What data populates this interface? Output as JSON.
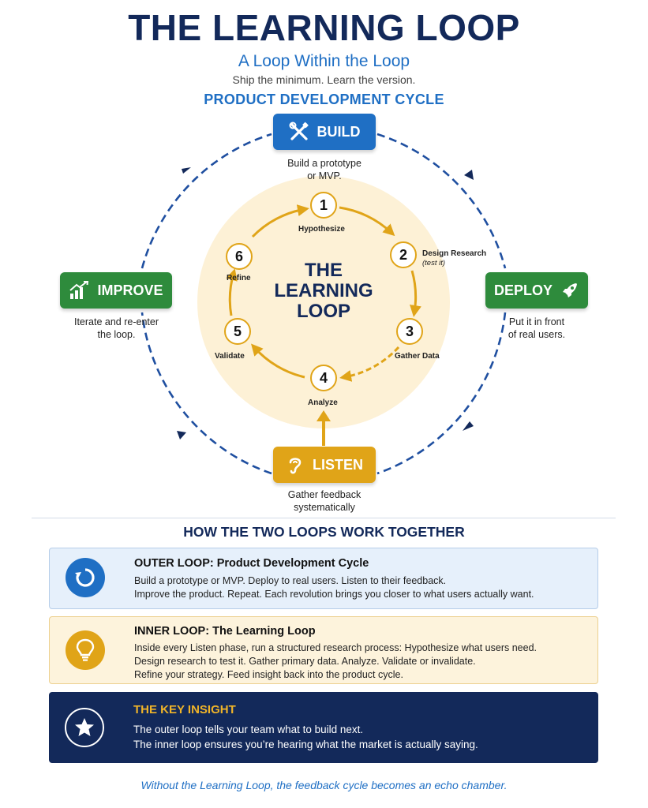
{
  "title": "THE LEARNING LOOP",
  "subtitle": "A Loop Within the Loop",
  "tagline": "Ship the minimum.  Learn the version.",
  "section_title": "PRODUCT DEVELOPMENT CYCLE",
  "outer_loop": {
    "build": {
      "label": "BUILD",
      "desc_lines": [
        "Build a prototype",
        "or MVP."
      ],
      "color": "#1f6fc4",
      "icon": "tools-icon"
    },
    "deploy": {
      "label": "DEPLOY",
      "desc_lines": [
        "Put it in front",
        "of real users."
      ],
      "color": "#2e8b3c",
      "icon": "rocket-icon"
    },
    "listen": {
      "label": "LISTEN",
      "desc_lines": [
        "Gather feedback",
        "systematically"
      ],
      "color": "#e0a418",
      "icon": "ear-icon"
    },
    "improve": {
      "label": "IMPROVE",
      "desc_lines": [
        "Iterate and re-enter",
        "the loop."
      ],
      "color": "#2e8b3c",
      "icon": "chart-up-icon"
    }
  },
  "inner_loop": {
    "title_lines": [
      "THE",
      "LEARNING",
      "LOOP"
    ],
    "steps": [
      {
        "num": "1",
        "label": "Hypothesize"
      },
      {
        "num": "2",
        "label": "Design Research",
        "note": "(test it)"
      },
      {
        "num": "3",
        "label": "Gather Data"
      },
      {
        "num": "4",
        "label": "Analyze"
      },
      {
        "num": "5",
        "label": "Validate"
      },
      {
        "num": "6",
        "label": "Refine"
      }
    ]
  },
  "how_title": "HOW THE TWO LOOPS WORK TOGETHER",
  "cards": {
    "outer": {
      "title": "OUTER LOOP: Product Development Cycle",
      "lines": [
        "Build a prototype or MVP. Deploy to real users. Listen to their feedback.",
        "Improve the product. Repeat. Each revolution brings you closer to what users actually want."
      ],
      "icon": "cycle-icon",
      "color": "#1f6fc4"
    },
    "inner": {
      "title": "INNER LOOP: The Learning Loop",
      "lines": [
        "Inside every Listen phase, run a structured research process: Hypothesize what users need.",
        "Design research to test it. Gather primary data. Analyze. Validate or invalidate.",
        "Refine your strategy. Feed insight back into the product cycle."
      ],
      "icon": "lightbulb-icon",
      "color": "#e0a418"
    },
    "key": {
      "title": "THE KEY INSIGHT",
      "lines": [
        "The outer loop tells your team what to build next.",
        "The inner loop ensures you’re hearing what the market is actually saying."
      ],
      "icon": "star-icon",
      "color": "#13295a",
      "title_color": "#f0b429"
    }
  },
  "footer": "Without the Learning Loop, the feedback cycle becomes an echo chamber."
}
